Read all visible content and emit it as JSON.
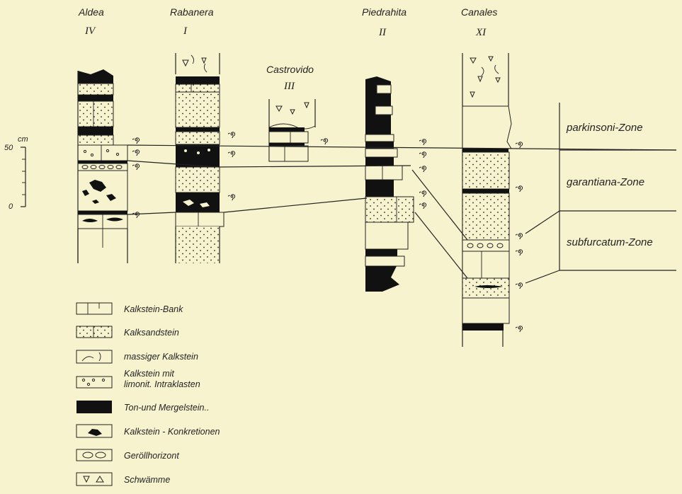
{
  "sections": [
    {
      "name": "Aldea",
      "number": "IV"
    },
    {
      "name": "Rabanera",
      "number": "I"
    },
    {
      "name": "Castrovido",
      "number": "III"
    },
    {
      "name": "Piedrahita",
      "number": "II"
    },
    {
      "name": "Canales",
      "number": "XI"
    }
  ],
  "zones": [
    "parkinsoni-Zone",
    "garantiana-Zone",
    "subfurcatum-Zone"
  ],
  "scale": {
    "top": "50",
    "unit": "cm",
    "bottom": "0"
  },
  "legend": [
    {
      "key": "kalkstein-bank",
      "label": "Kalkstein-Bank"
    },
    {
      "key": "kalksandstein",
      "label": "Kalksandstein"
    },
    {
      "key": "massiger-kalkstein",
      "label": "massiger Kalkstein"
    },
    {
      "key": "kalkstein-intraklasten",
      "label": "Kalkstein mit",
      "label2": "limonit. Intraklasten"
    },
    {
      "key": "ton-mergelstein",
      "label": "Ton-und Mergelstein.."
    },
    {
      "key": "konkretionen",
      "label": "Kalkstein - Konkretionen"
    },
    {
      "key": "geroellhorizont",
      "label": "Geröllhorizont"
    },
    {
      "key": "schwaemme",
      "label": "Schwämme"
    }
  ]
}
